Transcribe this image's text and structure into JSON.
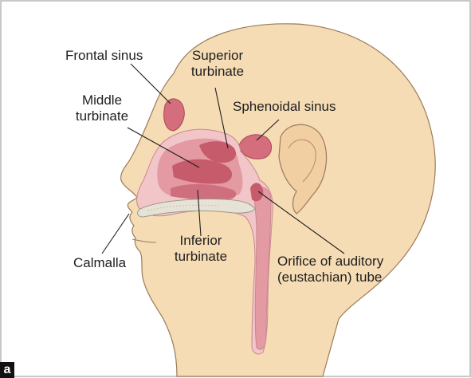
{
  "figure": {
    "panel_letter": "a",
    "labels": {
      "frontal_sinus": "Frontal sinus",
      "superior_turbinate": [
        "Superior",
        "turbinate"
      ],
      "middle_turbinate": [
        "Middle",
        "turbinate"
      ],
      "sphenoidal_sinus": "Sphenoidal sinus",
      "calmalla": "Calmalla",
      "inferior_turbinate": [
        "Inferior",
        "turbinate"
      ],
      "orifice_auditory_tube": [
        "Orifice of auditory",
        "(eustachian) tube"
      ]
    },
    "colors": {
      "skin": "#f6dcb4",
      "skin_outline": "#9a7b5a",
      "cavity_light": "#f2c6c9",
      "cavity_mid": "#e39aa2",
      "cavity_dark": "#c55b6b",
      "bone": "#e6e2d5",
      "leader_line": "#1e1e1e",
      "frame": "#b5b5b5"
    }
  }
}
